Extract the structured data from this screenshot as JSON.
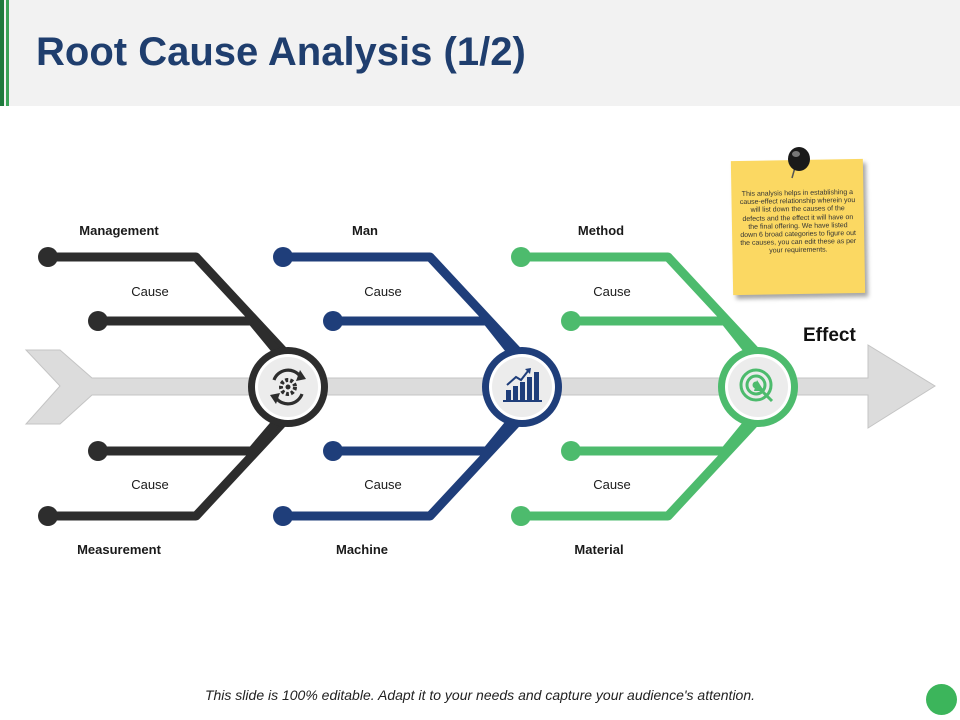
{
  "title": "Root Cause Analysis (1/2)",
  "categories": {
    "top": [
      "Management",
      "Man",
      "Method"
    ],
    "bottom": [
      "Measurement",
      "Machine",
      "Material"
    ]
  },
  "cause_label": "Cause",
  "effect_label": "Effect",
  "note_text": "This analysis helps in establishing a cause-effect relationship wherein you will list down the causes of the defects and the effect it will have on the final offering. We have listed down 6 broad categories to figure out the causes, you can edit these as per your requirements.",
  "footer_text": "This slide is 100% editable. Adapt it to your needs and capture your audience's attention.",
  "colors": {
    "segment1": "#2d2d2d",
    "segment2": "#1f3e7a",
    "segment3": "#4dbb6d",
    "spine": "#d9d9d9",
    "title": "#1f3e6e",
    "note": "#fbd862"
  },
  "icons": [
    "refresh-gear-icon",
    "bar-chart-growth-icon",
    "target-icon",
    "push-pin-icon"
  ]
}
